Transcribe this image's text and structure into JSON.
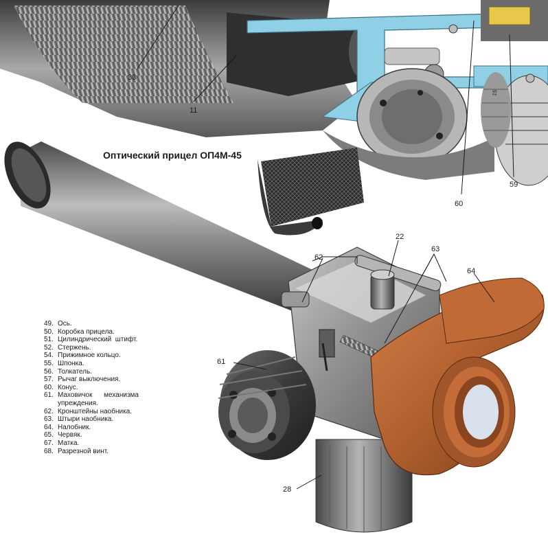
{
  "title": "Оптический прицел ОП4М-45",
  "callouts": {
    "c33": "33",
    "c11": "11",
    "c59": "59",
    "c60": "60",
    "c22": "22",
    "c62": "62",
    "c63": "63",
    "c64": "64",
    "c61": "61",
    "c28": "28",
    "c15": "15"
  },
  "legend": [
    {
      "num": "49.",
      "text": "Ось."
    },
    {
      "num": "50.",
      "text": "Коробка прицела."
    },
    {
      "num": "51.",
      "text": "Цилиндрический  штифт."
    },
    {
      "num": "52.",
      "text": "Стержень."
    },
    {
      "num": "54.",
      "text": "Прижимное кольцо."
    },
    {
      "num": "55.",
      "text": "Шпонка."
    },
    {
      "num": "56.",
      "text": "Толкатель."
    },
    {
      "num": "57.",
      "text": "Рычаг выключения."
    },
    {
      "num": "60.",
      "text": "Конус."
    },
    {
      "num": "61.",
      "text": "Маховичок      механизма\nупреждения."
    },
    {
      "num": "62.",
      "text": "Кронштейны наобника."
    },
    {
      "num": "63.",
      "text": "Штыри наобника."
    },
    {
      "num": "64.",
      "text": "Налобник."
    },
    {
      "num": "65.",
      "text": "Червяк."
    },
    {
      "num": "67.",
      "text": "Матка."
    },
    {
      "num": "68.",
      "text": "Разрезной винт."
    }
  ],
  "colors": {
    "metal": "#9a9a9a",
    "metal_dark": "#3a3a3a",
    "cutaway": "#8fd0e6",
    "brass": "#e8c84a",
    "rubber": "#b0602e"
  }
}
